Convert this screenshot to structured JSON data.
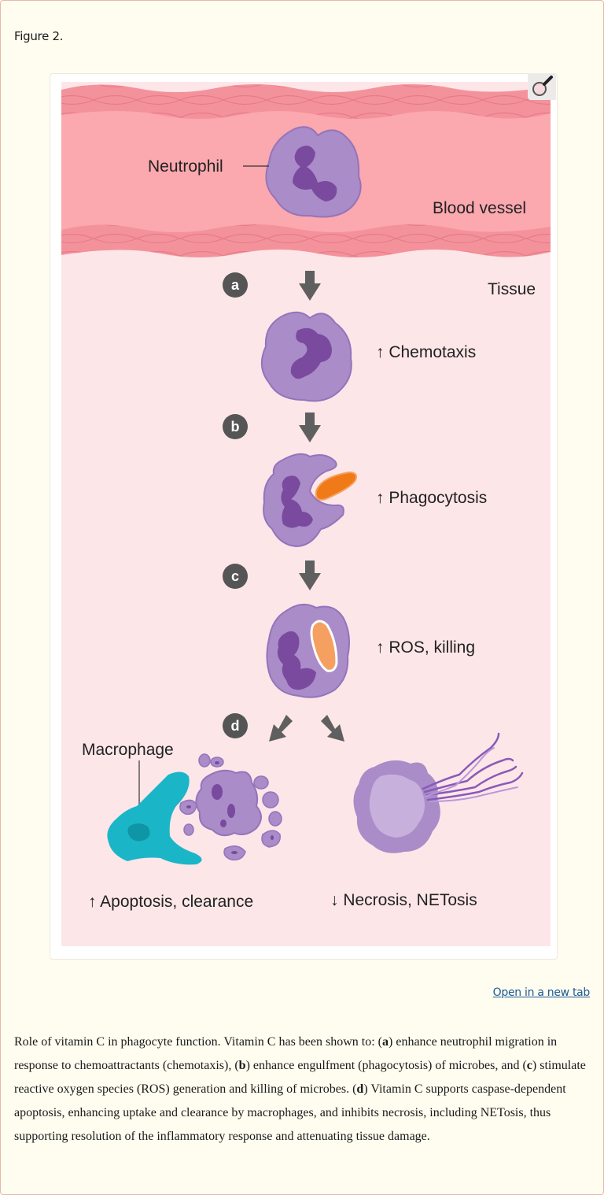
{
  "figure": {
    "label": "Figure 2.",
    "zoom_icon": "magnifier-icon",
    "open_link": "Open in a new tab",
    "diagram": {
      "labels": {
        "neutrophil": "Neutrophil",
        "blood_vessel": "Blood vessel",
        "tissue": "Tissue",
        "macrophage": "Macrophage"
      },
      "steps": [
        {
          "badge": "a",
          "effect": "↑ Chemotaxis"
        },
        {
          "badge": "b",
          "effect": "↑ Phagocytosis"
        },
        {
          "badge": "c",
          "effect": "↑ ROS, killing"
        },
        {
          "badge": "d",
          "effect_left": "↑ Apoptosis, clearance",
          "effect_right": "↓ Necrosis, NETosis"
        }
      ],
      "colors": {
        "vessel_wall": "#f4929c",
        "vessel_lumen": "#fba8ae",
        "tissue": "#fde6e8",
        "cell": "#a98cc8",
        "nucleus": "#7a4a9e",
        "bacterium": "#f07a18",
        "macrophage": "#1ab6c8",
        "badge": "#555555",
        "arrow": "#5f5f5f"
      }
    }
  },
  "caption": {
    "intro": "Role of vitamin C in phagocyte function. Vitamin C has been shown to: (",
    "a": "a",
    "a_text": ") enhance neutrophil migration in response to chemoattractants (chemotaxis), (",
    "b": "b",
    "b_text": ") enhance engulfment (phagocytosis) of microbes, and (",
    "c": "c",
    "c_text": ") stimulate reactive oxygen species (ROS) generation and killing of microbes. (",
    "d": "d",
    "d_text": ") Vitamin C supports caspase-dependent apoptosis, enhancing uptake and clearance by macrophages, and inhibits necrosis, including NETosis, thus supporting resolution of the inflammatory response and attenuating tissue damage."
  }
}
